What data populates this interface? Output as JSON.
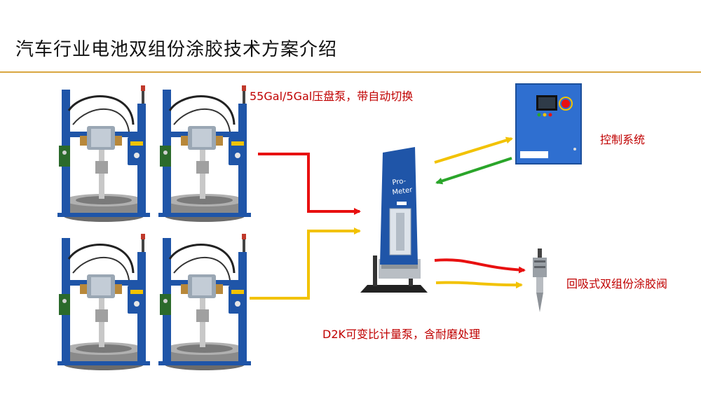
{
  "slide": {
    "title": "汽车行业电池双组份涂胶技术方案介绍"
  },
  "labels": {
    "pump": "55Gal/5Gal压盘泵，带自动切换",
    "control": "控制系统",
    "meter": "D2K可变比计量泵，含耐磨处理",
    "valve": "回吸式双组份涂胶阀"
  },
  "equipment": {
    "meter_brand": "Pro-Meter"
  },
  "colors": {
    "accent_rule": "#d9a640",
    "label_red": "#c00000",
    "arrow_red": "#e81010",
    "arrow_yellow": "#f2c200",
    "arrow_green": "#2aa52a",
    "equipment_blue": "#1f55a8"
  }
}
